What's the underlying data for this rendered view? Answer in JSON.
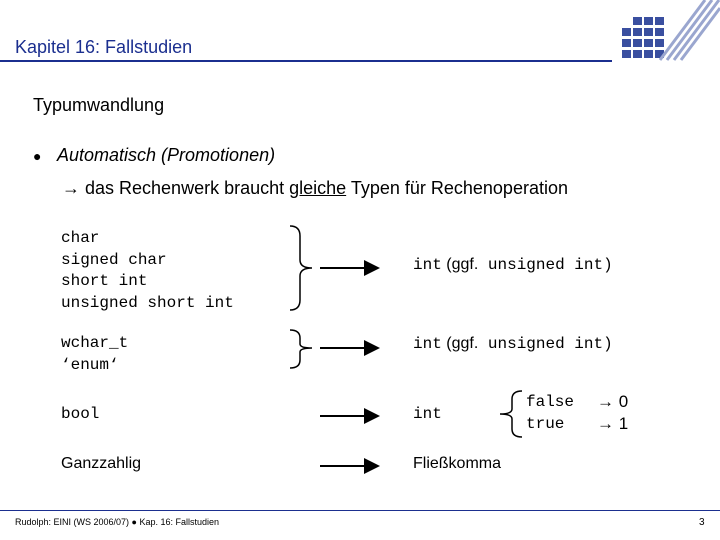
{
  "header": {
    "title": "Kapitel 16: Fallstudien"
  },
  "section_title": "Typumwandlung",
  "bullet": {
    "symbol": "●",
    "text": "Automatisch (Promotionen)"
  },
  "arrow_line": {
    "prefix": "→ das Rechenwerk braucht ",
    "underlined": "gleiche",
    "suffix": " Typen für Rechenoperation"
  },
  "groups": {
    "group1": [
      "char",
      "signed char",
      "short int",
      "unsigned short int"
    ],
    "group2": [
      "wchar_t",
      "‘enum‘"
    ],
    "bool": "bool",
    "ganzzahlig": "Ganzzahlig"
  },
  "results": {
    "r1_code": "int",
    "r1_prose": " (ggf.",
    "r1_code2": " unsigned int)",
    "r2_code": "int",
    "r2_prose": " (ggf.",
    "r2_code2": " unsigned int)",
    "r3": "int",
    "r4": "Fließkomma"
  },
  "bool_map": {
    "false_label": "false",
    "true_label": "true",
    "false_value": "→ 0",
    "true_value": "→ 1"
  },
  "footer": {
    "left": "Rudolph: EINI (WS 2006/07)  ●  Kap. 16: Fallstudien",
    "page_number": "3"
  },
  "colors": {
    "header_blue": "#1b2f8f",
    "logo_blue": "#3a4fa0"
  }
}
